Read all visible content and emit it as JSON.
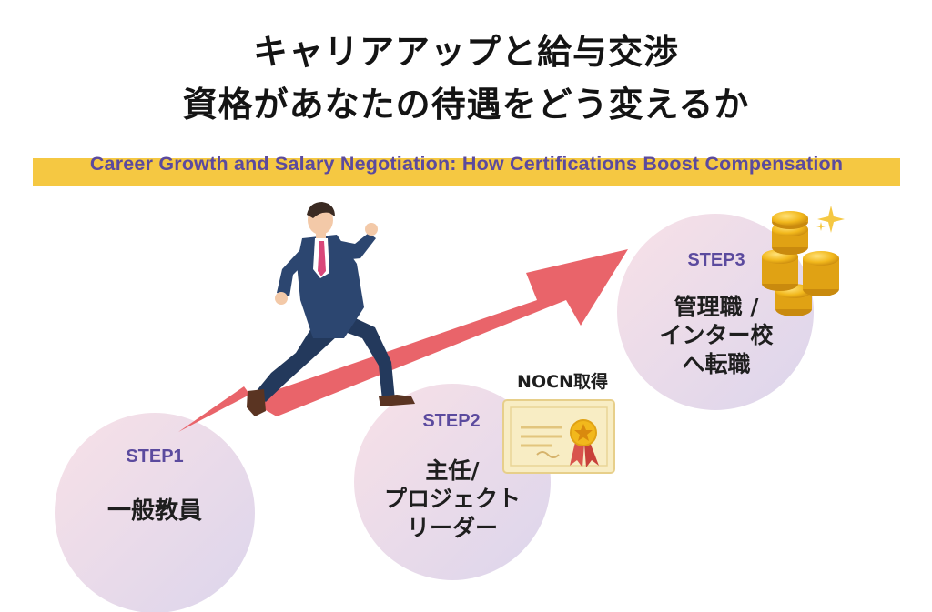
{
  "title": {
    "line1": "キャリアアップと給与交渉",
    "line2": "資格があなたの待遇をどう変えるか"
  },
  "subtitle": "Career Growth and Salary Negotiation: How Certifications Boost Compensation",
  "steps": [
    {
      "label": "STEP1",
      "text": "一般教員"
    },
    {
      "label": "STEP2",
      "line1": "主任/",
      "line2": "プロジェクト",
      "line3": "リーダー"
    },
    {
      "label": "STEP3",
      "line1": "管理職 /",
      "line2": "インター校",
      "line3": "へ転職"
    }
  ],
  "certificate": {
    "label": "NOCN取得"
  },
  "colors": {
    "banner": "#f5c842",
    "step_label": "#5b4a9e",
    "arrow": "#e9646a",
    "suit": "#2c4670",
    "circle_start": "#f6dfe6",
    "circle_end": "#dcd6ec"
  },
  "icons": [
    "businessman-running-icon",
    "growth-arrow-icon",
    "certificate-icon",
    "gold-coins-icon",
    "sparkle-icon"
  ]
}
